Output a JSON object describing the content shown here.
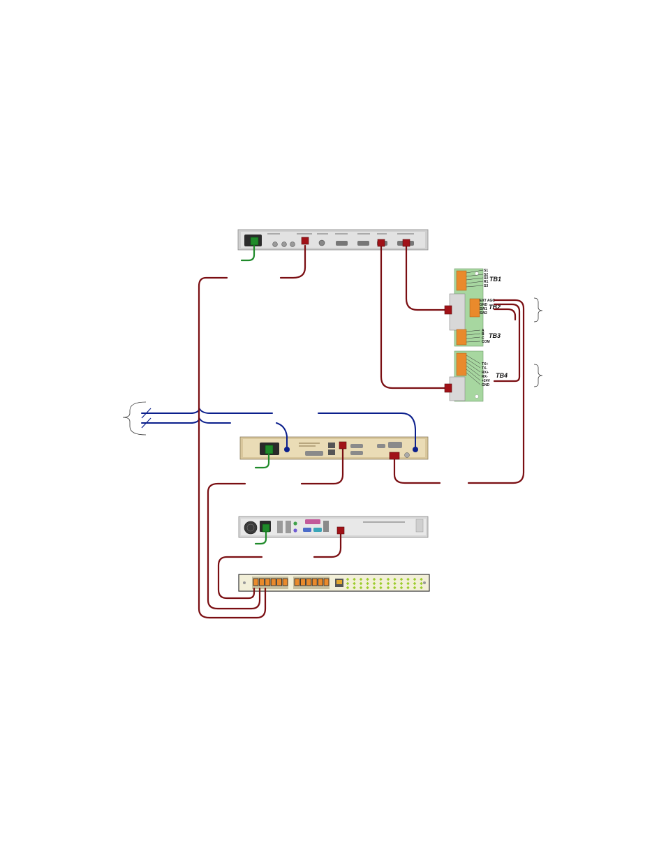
{
  "colors": {
    "serial_cable": "#7a0e12",
    "rf_cable": "#0b1f8c",
    "power_cable": "#1f8a2a",
    "terminal_board": "#a7d7a0",
    "terminal_block": "#e98a2c"
  },
  "terminal_blocks": {
    "tb1": {
      "name": "TB1",
      "terminals": [
        "S1",
        "S2",
        "R2",
        "R1",
        "S3"
      ]
    },
    "tb2": {
      "name": "TB2",
      "terminals": [
        "EXT AGC",
        "GND",
        "SW1",
        "SW2"
      ]
    },
    "tb3": {
      "name": "TB3",
      "terminals": [
        "A",
        "B",
        "C",
        "COM"
      ]
    },
    "tb4": {
      "name": "TB4",
      "terminals": [
        "TX+",
        "TX-",
        "RX+",
        "RX-",
        "+24V",
        "GND"
      ]
    }
  },
  "icons": {
    "bracket_left": "curly-brace",
    "bracket_right": "curly-brace"
  }
}
